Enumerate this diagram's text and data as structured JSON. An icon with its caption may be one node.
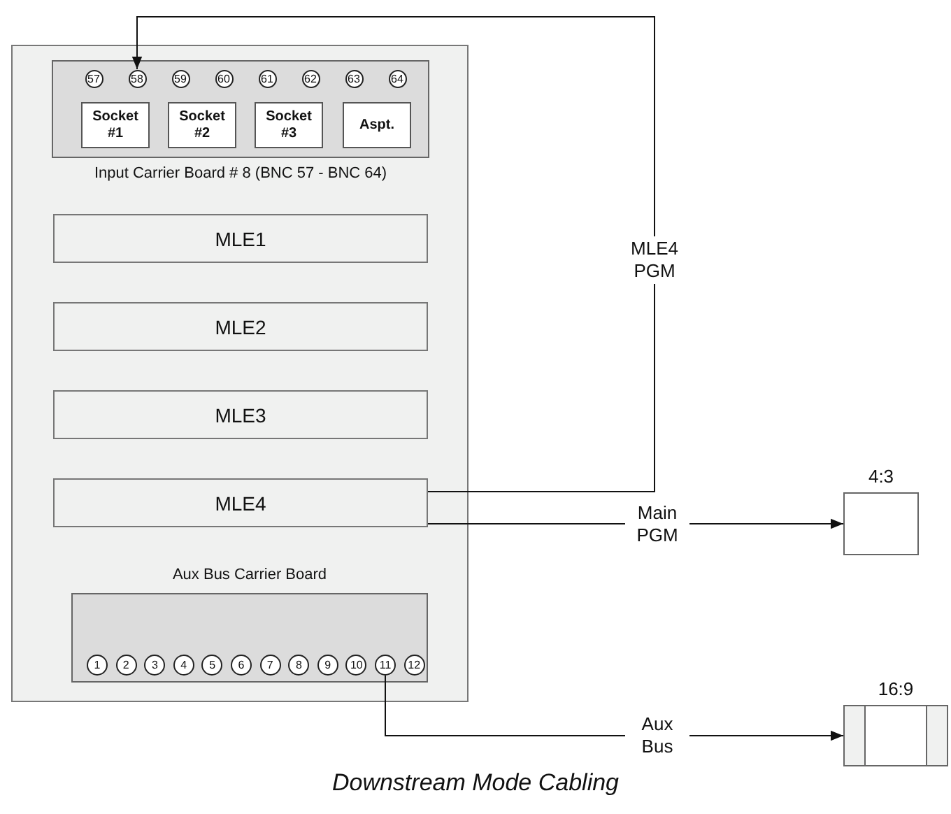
{
  "diagram": {
    "caption": "Downstream Mode Cabling",
    "nodes": [
      {
        "text": [],
        "shape": "box"
      },
      {
        "text": [
          "Input Carrier Board # 8 (BNC 57 - BNC 64)"
        ],
        "in": 0
      },
      {
        "text": [
          "57"
        ],
        "in": 1
      },
      {
        "text": [
          "58"
        ],
        "in": 1
      },
      {
        "text": [
          "59"
        ],
        "in": 1
      },
      {
        "text": [
          "60"
        ],
        "in": 1
      },
      {
        "text": [
          "61"
        ],
        "in": 1
      },
      {
        "text": [
          "62"
        ],
        "in": 1
      },
      {
        "text": [
          "63"
        ],
        "in": 1
      },
      {
        "text": [
          "64"
        ],
        "in": 1
      },
      {
        "text": [
          "Socket #1"
        ],
        "in": 1
      },
      {
        "text": [
          "Socket #2"
        ],
        "in": 1
      },
      {
        "text": [
          "Socket #3"
        ],
        "in": 1
      },
      {
        "text": [
          "Aspt."
        ],
        "in": 1
      },
      {
        "text": [
          "MLE1"
        ],
        "in": 0
      },
      {
        "text": [
          "MLE2"
        ],
        "in": 0
      },
      {
        "text": [
          "MLE3"
        ],
        "in": 0
      },
      {
        "text": [
          "MLE4"
        ],
        "in": 0
      },
      {
        "text": [
          "Aux Bus Carrier Board"
        ],
        "in": 0
      },
      {
        "text": [
          "1"
        ],
        "in": 18
      },
      {
        "text": [
          "2"
        ],
        "in": 18
      },
      {
        "text": [
          "3"
        ],
        "in": 18
      },
      {
        "text": [
          "4"
        ],
        "in": 18
      },
      {
        "text": [
          "5"
        ],
        "in": 18
      },
      {
        "text": [
          "6"
        ],
        "in": 18
      },
      {
        "text": [
          "7"
        ],
        "in": 18
      },
      {
        "text": [
          "8"
        ],
        "in": 18
      },
      {
        "text": [
          "9"
        ],
        "in": 18
      },
      {
        "text": [
          "10"
        ],
        "in": 18
      },
      {
        "text": [
          "11"
        ],
        "in": 18
      },
      {
        "text": [
          "12"
        ],
        "in": 18
      },
      {
        "text": [],
        "shape": "box",
        "beside": [
          "4:3"
        ]
      },
      {
        "text": [],
        "shape": "box",
        "beside": [
          "16:9"
        ]
      }
    ],
    "edges": [
      {
        "from": 17,
        "to": 3,
        "arrow": "to",
        "label": "MLE4 PGM"
      },
      {
        "from": 17,
        "to": 31,
        "arrow": "to",
        "label": "Main PGM"
      },
      {
        "from": 29,
        "to": 32,
        "arrow": "to",
        "label": "Aux Bus"
      }
    ]
  }
}
